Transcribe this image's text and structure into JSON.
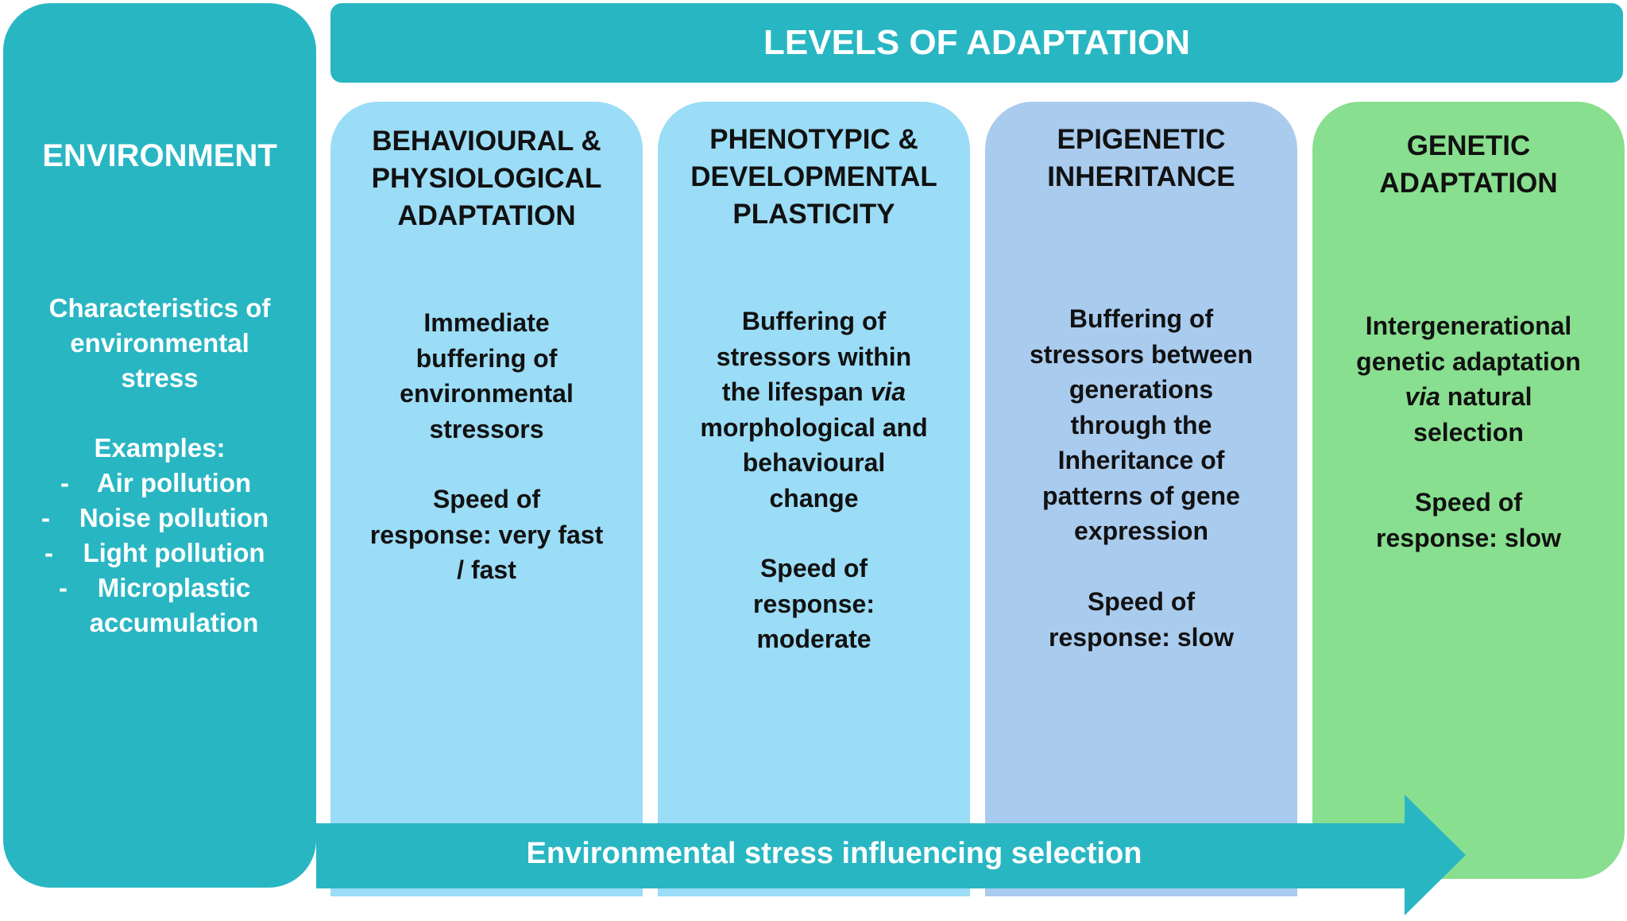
{
  "colors": {
    "teal": "#29b6c3",
    "light_blue": "#9bdcf6",
    "steel_blue": "#a9cbee",
    "green": "#88df8f",
    "text_dark": "#111111",
    "text_light": "#ffffff"
  },
  "environment": {
    "title": "ENVIRONMENT",
    "description": [
      "Characteristics of",
      "environmental",
      "stress"
    ],
    "examples_heading": "Examples:",
    "examples": [
      "Air pollution",
      "Noise pollution",
      "Light pollution",
      "Microplastic",
      "accumulation"
    ]
  },
  "banner": {
    "title": "LEVELS OF ADAPTATION"
  },
  "columns": [
    {
      "title": [
        "BEHAVIOURAL &",
        "PHYSIOLOGICAL",
        "ADAPTATION"
      ],
      "description": [
        "Immediate",
        "buffering of",
        "environmental",
        "stressors"
      ],
      "speed": [
        "Speed of",
        "response: very fast",
        "/ fast"
      ]
    },
    {
      "title": [
        "PHENOTYPIC &",
        "DEVELOPMENTAL",
        "PLASTICITY"
      ],
      "description": [
        "Buffering of",
        "stressors within",
        "the lifespan",
        "via",
        "morphological and",
        "behavioural",
        "change"
      ],
      "speed": [
        "Speed of",
        "response:",
        "moderate"
      ]
    },
    {
      "title": [
        "EPIGENETIC",
        "INHERITANCE"
      ],
      "description": [
        "Buffering of",
        "stressors between",
        "generations",
        "through the",
        "Inheritance of",
        "patterns of gene",
        "expression"
      ],
      "speed": [
        "Speed of",
        "response: slow"
      ]
    },
    {
      "title": [
        "GENETIC",
        "ADAPTATION"
      ],
      "description": [
        "Intergenerational",
        "genetic adaptation",
        "via",
        "natural",
        "selection"
      ],
      "speed": [
        "Speed of",
        "response: slow"
      ]
    }
  ],
  "arrow": {
    "label": "Environmental stress influencing selection"
  }
}
